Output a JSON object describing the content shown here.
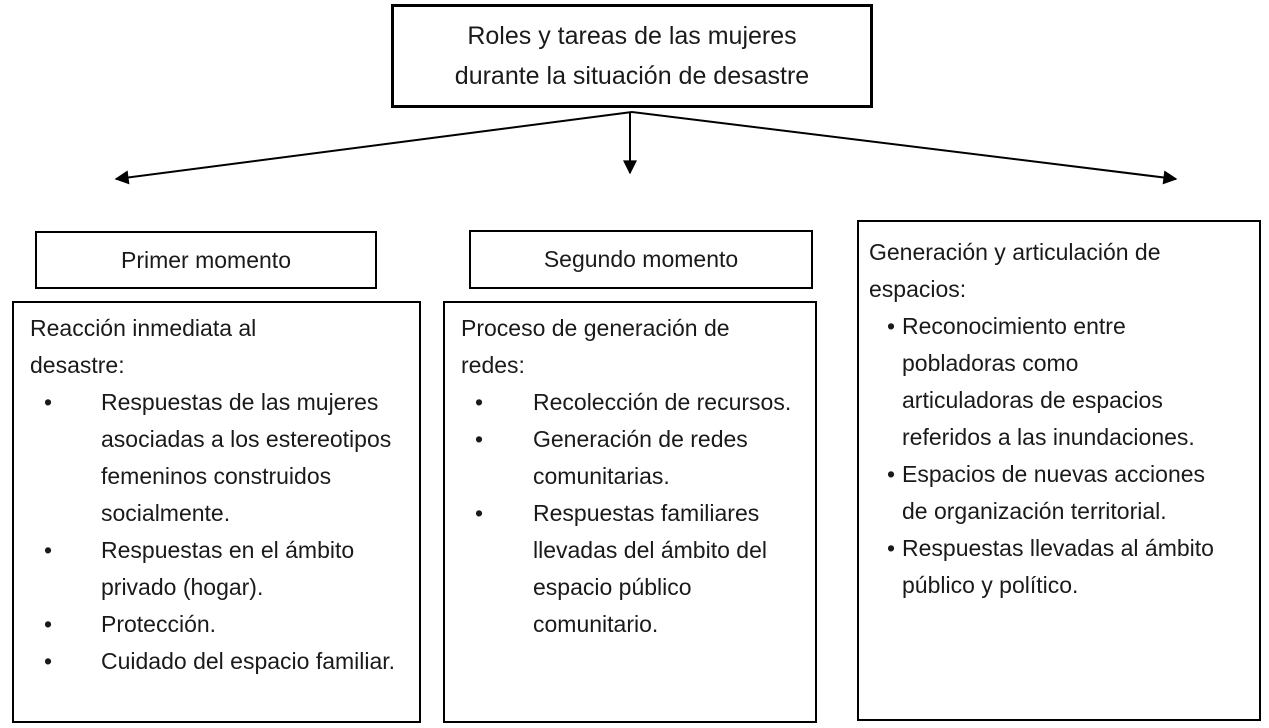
{
  "diagram": {
    "title": {
      "line1": "Roles y tareas de las mujeres",
      "line2": "durante la situación de desastre"
    },
    "columns": [
      {
        "header": "Primer momento",
        "intro": "Reacción inmediata al desastre:",
        "bullets": [
          "Respuestas de las mujeres asociadas a los estereotipos femeninos construidos socialmente.",
          "Respuestas en el ámbito privado (hogar).",
          "Protección.",
          "Cuidado del espacio familiar."
        ]
      },
      {
        "header": "Segundo momento",
        "intro": "Proceso de generación de redes:",
        "bullets": [
          "Recolección de recursos.",
          "Generación de redes comunitarias.",
          "Respuestas familiares llevadas del ámbito del espacio público comunitario."
        ]
      },
      {
        "header": "",
        "intro": "Generación y articulación de espacios:",
        "bullets": [
          "Reconocimiento entre pobladoras como articuladoras de espacios referidos a las inundaciones.",
          "Espacios de nuevas acciones de organización territorial.",
          "Respuestas llevadas al ámbito público y político."
        ]
      }
    ],
    "colors": {
      "ink": "#1a1a1a",
      "line": "#000000",
      "background": "#ffffff"
    }
  }
}
